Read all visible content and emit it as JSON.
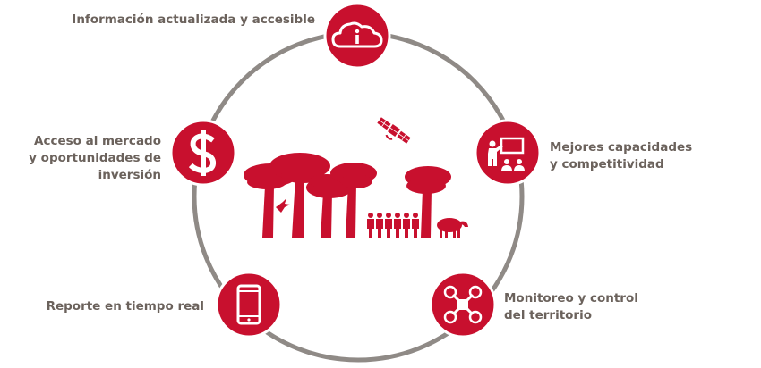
{
  "colors": {
    "accent": "#c8102e",
    "ring": "#8f8a86",
    "text": "#6b625c"
  },
  "nodes": [
    {
      "id": "info",
      "icon": "cloud-info-icon",
      "lines": [
        "Información actualizada y accesible"
      ]
    },
    {
      "id": "market",
      "icon": "dollar-icon",
      "lines": [
        "Acceso al mercado",
        "y oportunidades de",
        "inversión"
      ]
    },
    {
      "id": "training",
      "icon": "presentation-icon",
      "lines": [
        "Mejores capacidades",
        "y competitividad"
      ]
    },
    {
      "id": "report",
      "icon": "smartphone-icon",
      "lines": [
        "Reporte en tiempo real"
      ]
    },
    {
      "id": "monitor",
      "icon": "drone-icon",
      "lines": [
        "Monitoreo y control",
        "del territorio"
      ]
    }
  ],
  "center": {
    "icons": [
      "satellite-icon",
      "araucaria-tree-icon",
      "bird-icon",
      "people-group-icon",
      "tapir-icon"
    ]
  }
}
